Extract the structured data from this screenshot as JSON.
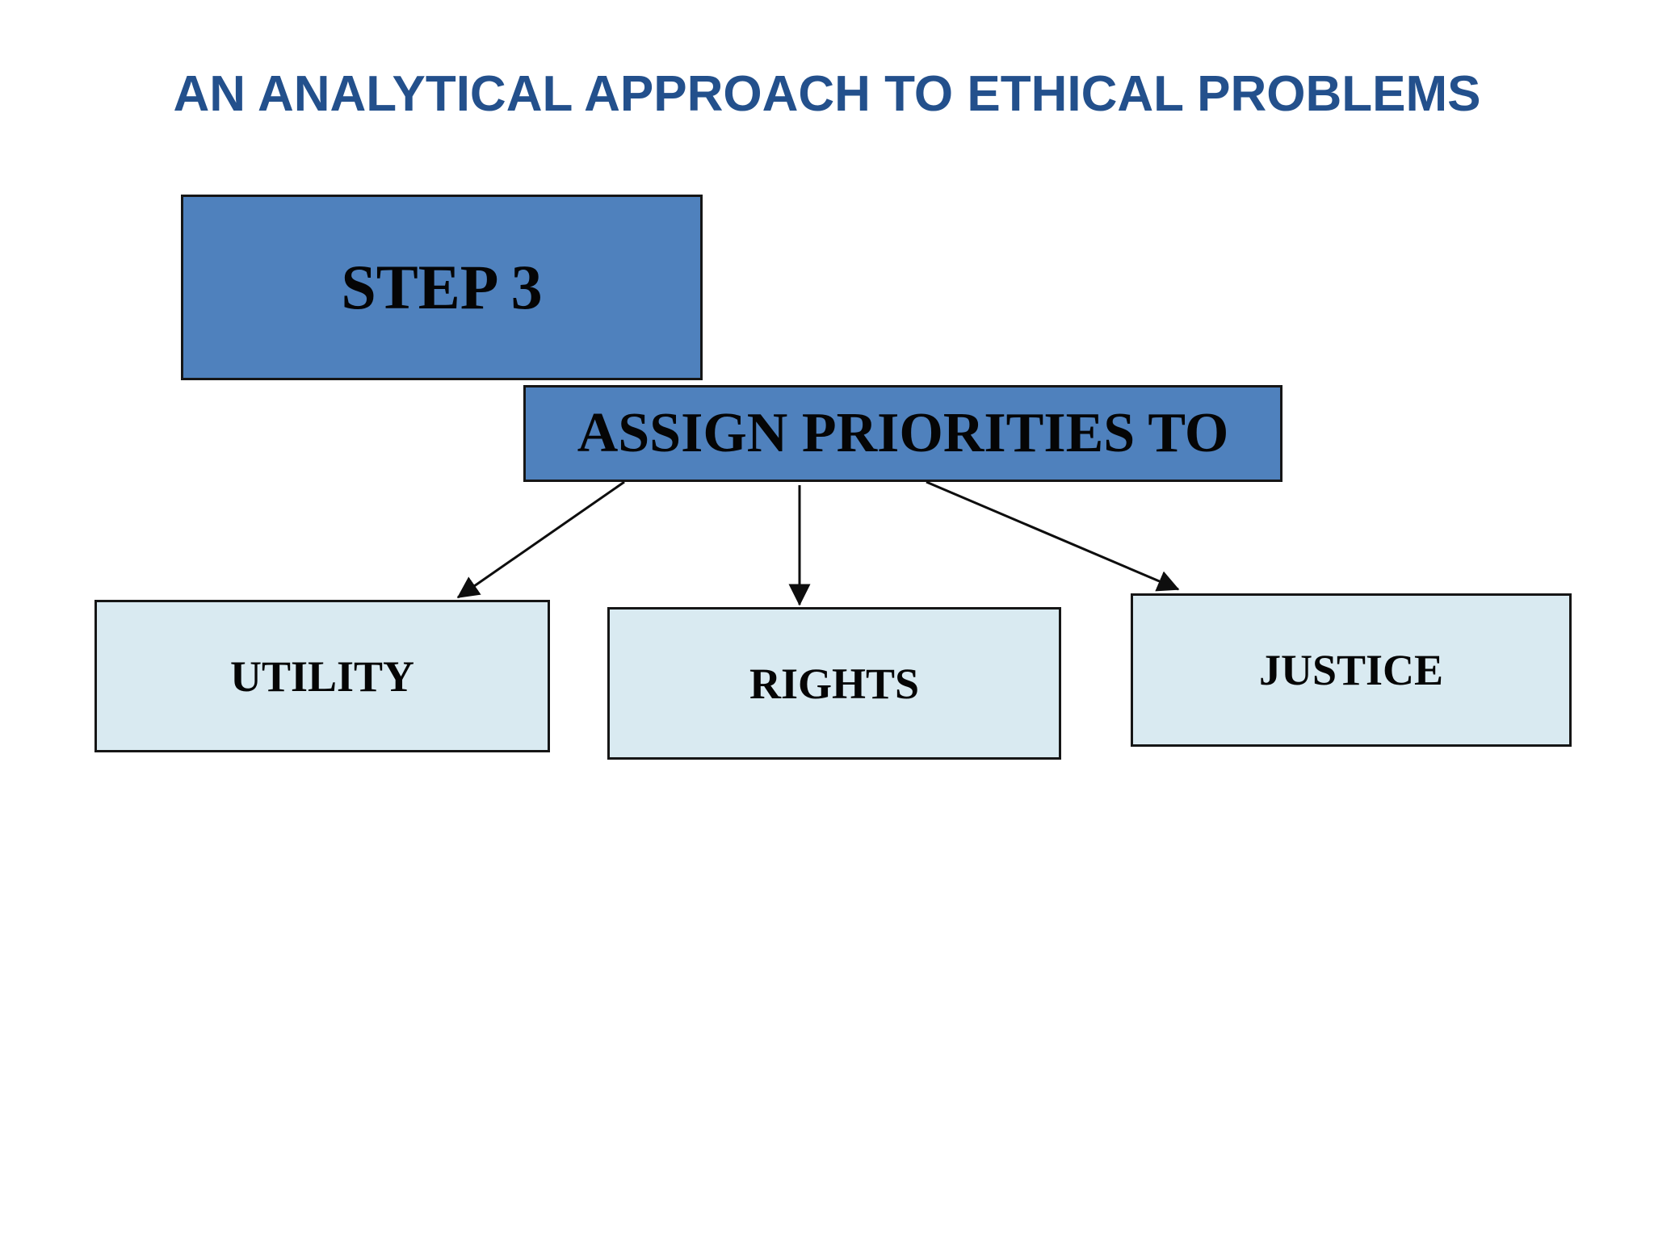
{
  "title": "AN ANALYTICAL APPROACH TO ETHICAL PROBLEMS",
  "diagram": {
    "step_label": "STEP 3",
    "parent_label": "ASSIGN PRIORITIES TO",
    "priorities": [
      {
        "label": "UTILITY"
      },
      {
        "label": "RIGHTS"
      },
      {
        "label": "JUSTICE"
      }
    ]
  },
  "colors": {
    "background": "#FFFFFF",
    "title": "#23508C",
    "box_blue": "#4F81BD",
    "box_light": "#D9EAF1",
    "border": "#161616",
    "arrow": "#0E0E0E",
    "box_text": "#050505"
  }
}
